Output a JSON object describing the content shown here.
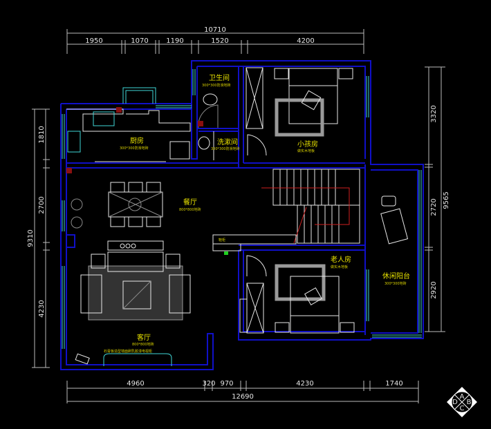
{
  "plan": {
    "dimensions_top": {
      "total": "10710",
      "segments": [
        "1950",
        "1070",
        "1190",
        "1520",
        "4200"
      ]
    },
    "dimensions_bottom": {
      "total": "12690",
      "segments": [
        "4960",
        "320",
        "970",
        "4230",
        "1740"
      ]
    },
    "dimensions_left": {
      "total": "9310",
      "segments": [
        "1810",
        "2700",
        "4230"
      ]
    },
    "dimensions_right": {
      "total": "9565",
      "segments": [
        "3320",
        "2720",
        "2920"
      ]
    },
    "rooms": {
      "bathroom": {
        "name": "卫生间",
        "floor": "300*300防滑地砖"
      },
      "kitchen": {
        "name": "厨房",
        "floor": "300*300防滑地砖"
      },
      "washroom": {
        "name": "洗漱间",
        "floor": "300*300防滑地砖"
      },
      "child_room": {
        "name": "小孩房",
        "floor": "做实木地板"
      },
      "dining": {
        "name": "餐厅",
        "floor": "800*800地砖"
      },
      "elder_room": {
        "name": "老人房",
        "floor": "做实木地板"
      },
      "balcony": {
        "name": "休闲阳台",
        "floor": "300*300地砖"
      },
      "living": {
        "name": "客厅",
        "floor": "800*800地砖"
      }
    },
    "tv_wall_note": "石膏板造型墙面刷乳胶漆电视柜",
    "cabinet_note": "鞋柜",
    "compass": {
      "a": "A",
      "b": "B",
      "c": "C",
      "d": "D"
    },
    "colors": {
      "wall": "#1010c8",
      "window": "#40d8d8",
      "label": "#e6e000",
      "stair_arrow": "#d02020"
    }
  }
}
